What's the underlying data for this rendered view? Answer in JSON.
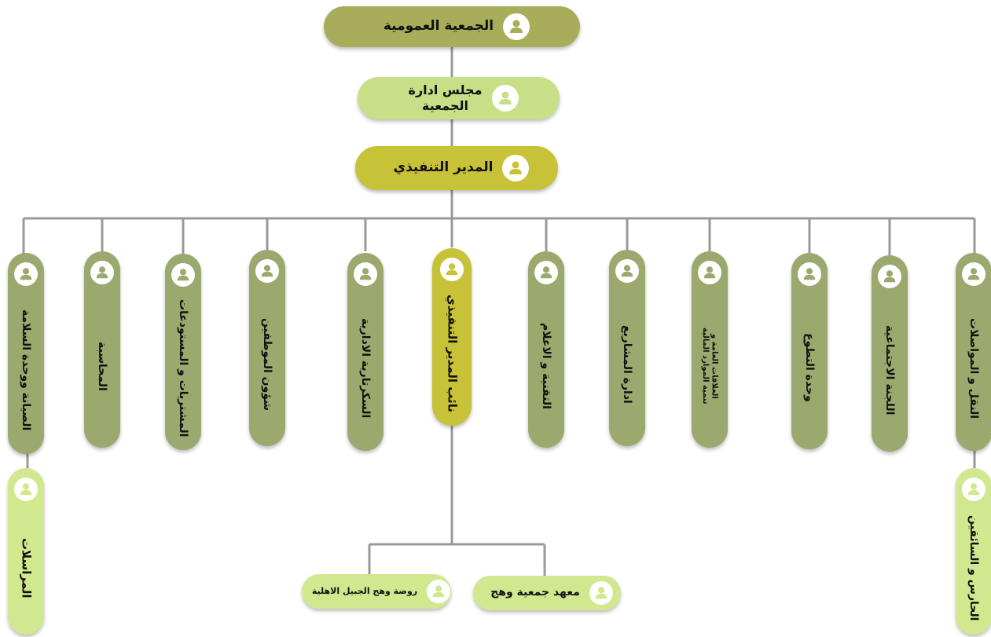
{
  "colors": {
    "root": "#a8ad5a",
    "board": "#c7df86",
    "exec": "#c7c237",
    "dept": "#9ba96e",
    "deputy": "#c7c237",
    "leaf": "#d2e88f",
    "line": "#999999"
  },
  "top": {
    "general_assembly": "الجمعية العمومية",
    "board": "مجلس ادارة\nالجمعية",
    "executive_director": "المدير التنفيذي"
  },
  "departments": [
    {
      "label": "الصيانة ووحدة السلامة"
    },
    {
      "label": "المحاسبة"
    },
    {
      "label": "المشتريات و المستودعات"
    },
    {
      "label": "شؤون الموظفين"
    },
    {
      "label": "السكرتارية الادارية"
    },
    {
      "label": "نائب المدير التنفيذي"
    },
    {
      "label": "التقنية و الاعلام"
    },
    {
      "label": "ادارة المشاريع"
    },
    {
      "label": "العلاقات العامة و\nتنمية الموارد المالية"
    },
    {
      "label": "وحدة التطوع"
    },
    {
      "label": "اللجنة الاجتماعية"
    },
    {
      "label": "النقل و المواصلات"
    }
  ],
  "sub_units": {
    "correspondence": "المراسلات",
    "guard_drivers": "الحارس و السائقين",
    "wahj_institute": "معهد جمعية وهج",
    "kindergarten": "روضة وهج الجبيل الاهلية"
  },
  "icons": {
    "person": "user-icon"
  }
}
